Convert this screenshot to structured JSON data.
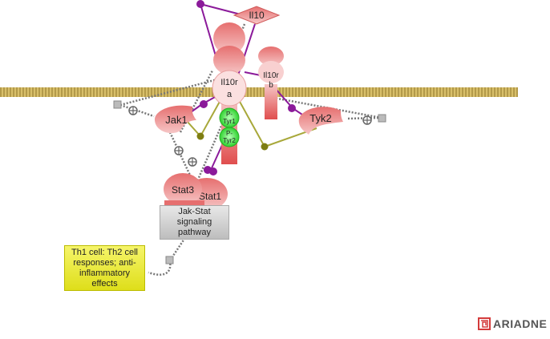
{
  "title": "IL-10 signaling pathway",
  "nodes": {
    "il10": "Il10",
    "il10ra": [
      "Il10r",
      "a"
    ],
    "il10rb": [
      "Il10r",
      "b"
    ],
    "jak1": "Jak1",
    "tyk2": "Tyk2",
    "ptyr1": [
      "P-",
      "Tyr1"
    ],
    "ptyr2": [
      "P-",
      "Tyr2"
    ],
    "stat3": "Stat3",
    "stat1": "Stat1",
    "jakstat": "Jak-Stat signaling pathway",
    "th1": "Th1 cell: Th2 cell responses; anti-inflammatory effects"
  },
  "logo": {
    "text": "ARIADNE",
    "icon": "ariadne-maze-icon"
  },
  "colors": {
    "membrane": "#c8ad5a",
    "protein": "#e26a6a",
    "binding_line": "#8b1a9a",
    "phospho": "#3ccf3c",
    "regulation_line": "#a8a83a",
    "cell_process": "#e8e82a"
  }
}
